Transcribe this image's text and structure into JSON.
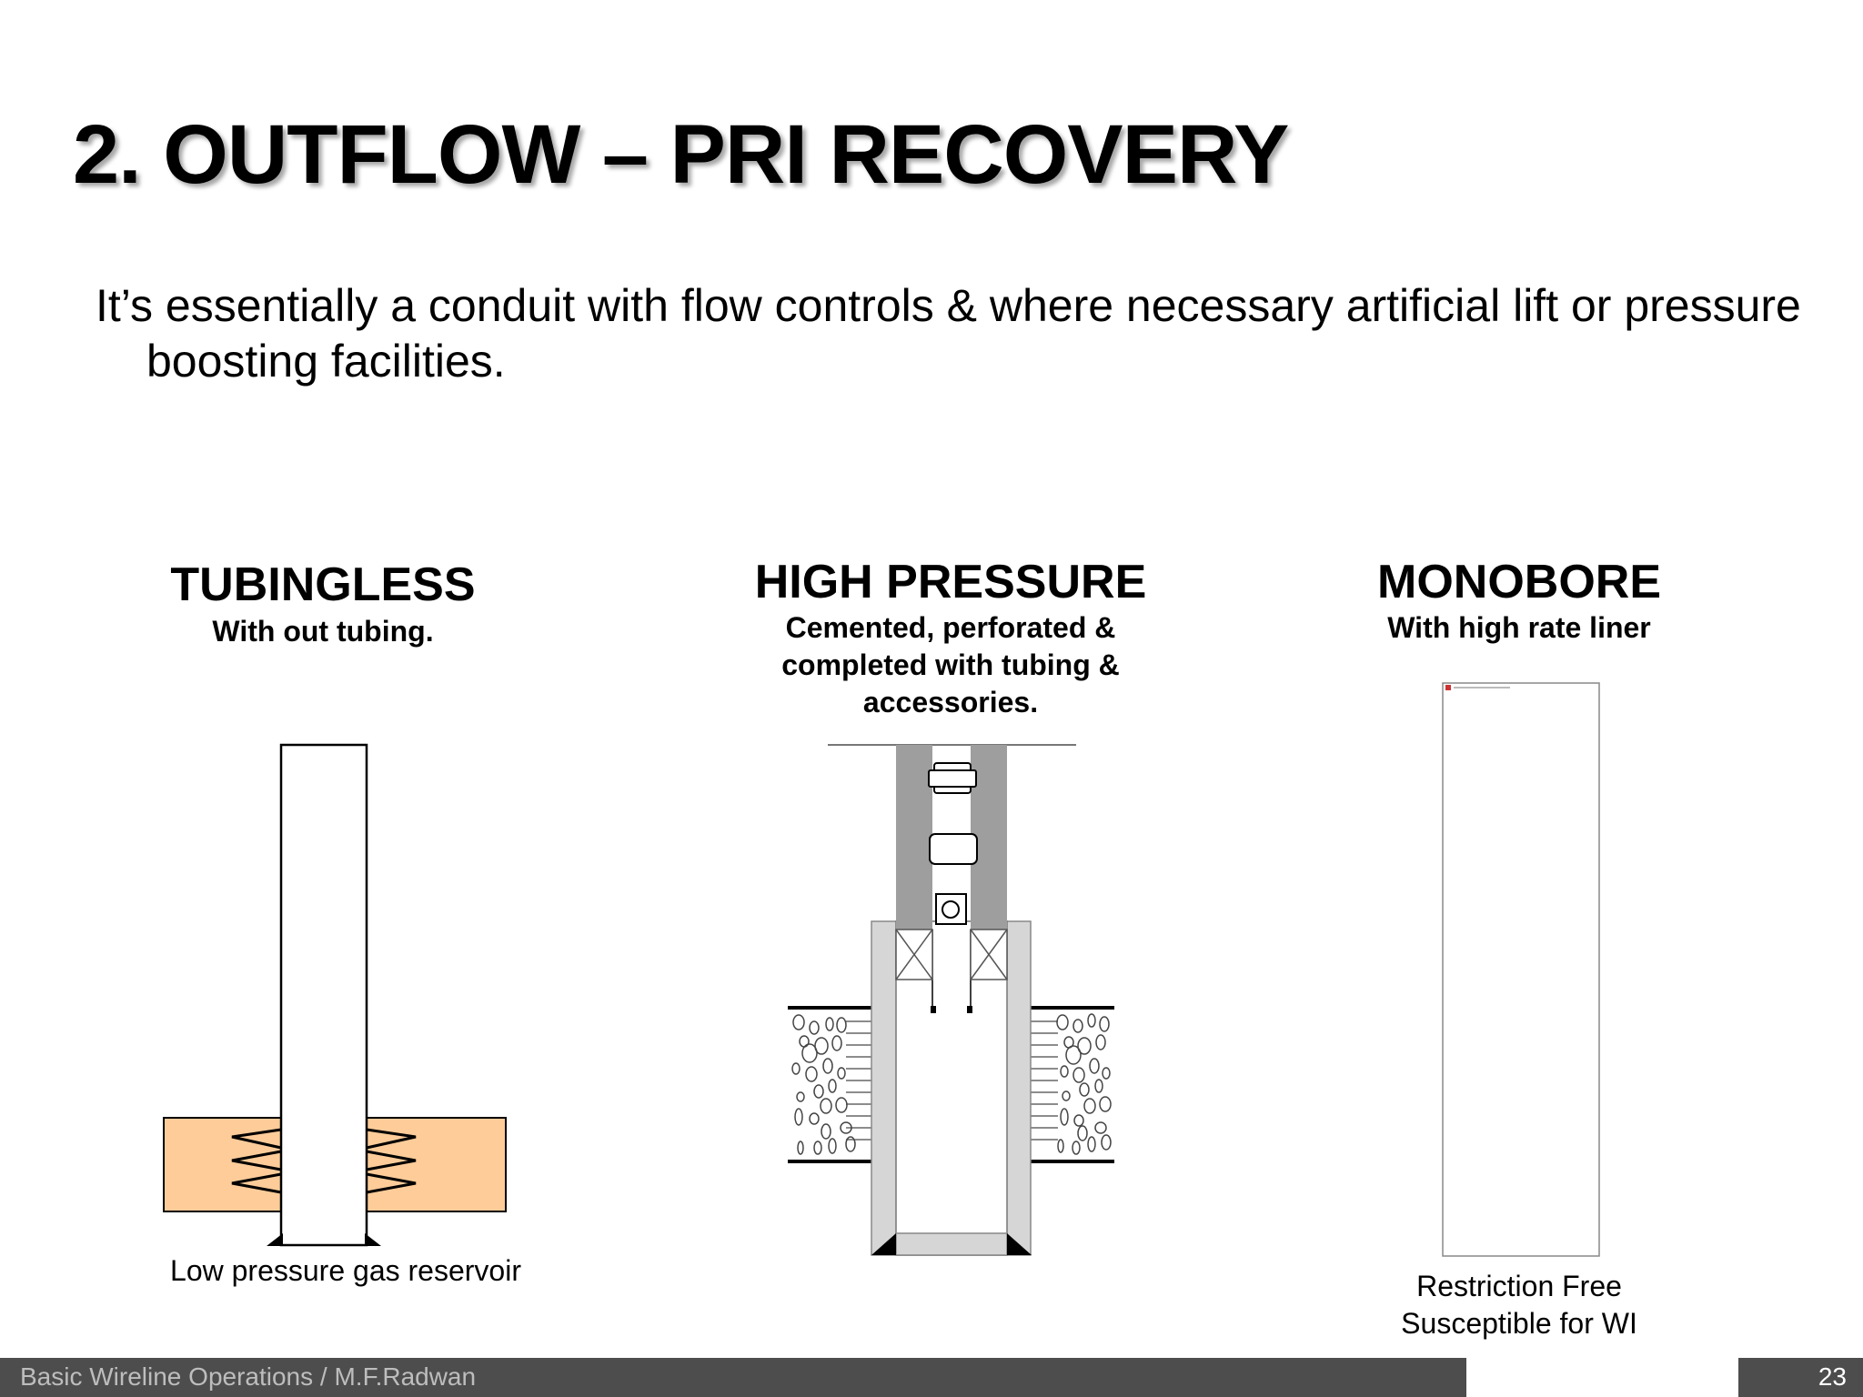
{
  "slide": {
    "title": "2. OUTFLOW – PRI RECOVERY",
    "body": "It’s essentially a conduit with flow controls & where necessary artificial lift or pressure boosting facilities."
  },
  "columns": [
    {
      "heading": "TUBINGLESS",
      "subheading": "With out tubing.",
      "caption": "Low pressure gas reservoir",
      "reservoir_color": "#fdcc99"
    },
    {
      "heading": "HIGH PRESSURE",
      "subheading": "Cemented, perforated & completed with tubing & accessories.",
      "caption": ""
    },
    {
      "heading": "MONOBORE",
      "subheading": "With high rate liner",
      "caption_line1": "Restriction Free",
      "caption_line2": "Susceptible for WI"
    }
  ],
  "footer": {
    "text": "Basic Wireline Operations / M.F.Radwan",
    "page_number": "23"
  }
}
